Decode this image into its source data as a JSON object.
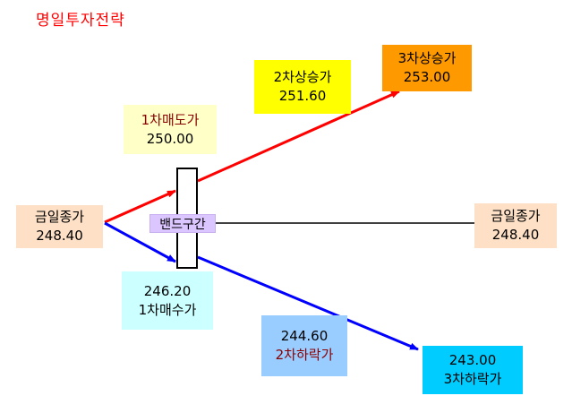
{
  "title": "명일투자전략",
  "today_close_left": {
    "label": "금일종가",
    "value": "248.40"
  },
  "today_close_right": {
    "label": "금일종가",
    "value": "248.40"
  },
  "band": {
    "label": "밴드구간"
  },
  "sell_1": {
    "label": "1차매도가",
    "value": "250.00"
  },
  "rise_2": {
    "label": "2차상승가",
    "value": "251.60"
  },
  "rise_3": {
    "label": "3차상승가",
    "value": "253.00"
  },
  "buy_1": {
    "label": "1차매수가",
    "value": "246.20"
  },
  "fall_2": {
    "label": "2차하락가",
    "value": "244.60"
  },
  "fall_3": {
    "label": "3차하락가",
    "value": "243.00"
  },
  "colors": {
    "title": "#ff0000",
    "up_line": "#ff0000",
    "down_line": "#0000ff",
    "flat_line": "#000000",
    "close_box": "#fde0c6",
    "sell_box": "#ffffc8",
    "rise2_box": "#ffff00",
    "rise3_box": "#ff9900",
    "buy_box": "#ccffff",
    "fall2_box": "#99ccff",
    "fall3_box": "#00ccff",
    "band_label": "#dcc6ff"
  }
}
